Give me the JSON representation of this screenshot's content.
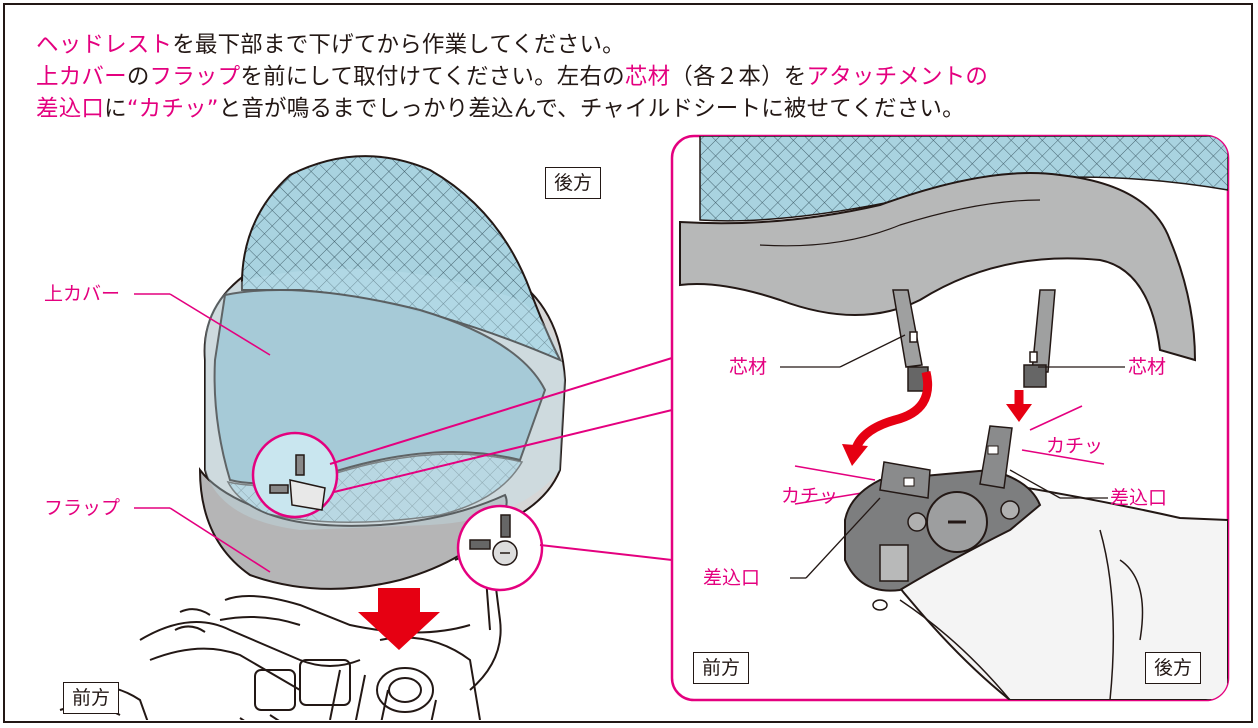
{
  "instructions": {
    "line1": [
      {
        "text": "ヘッドレスト",
        "hl": true
      },
      {
        "text": "を最下部まで下げてから作業してください。",
        "hl": false
      }
    ],
    "line2": [
      {
        "text": "上カバー",
        "hl": true
      },
      {
        "text": "の",
        "hl": false
      },
      {
        "text": "フラップ",
        "hl": true
      },
      {
        "text": "を前にして取付けてください。左右の",
        "hl": false
      },
      {
        "text": "芯材",
        "hl": true
      },
      {
        "text": "（各２本）を",
        "hl": false
      },
      {
        "text": "アタッチメントの",
        "hl": true
      }
    ],
    "line3": [
      {
        "text": "差込口",
        "hl": true
      },
      {
        "text": "に",
        "hl": false
      },
      {
        "text": "“カチッ”",
        "hl": true
      },
      {
        "text": "と音が鳴るまでしっかり差込んで、チャイルドシートに被せてください。",
        "hl": false
      }
    ]
  },
  "labels": {
    "upper_cover": "上カバー",
    "flap": "フラップ",
    "rear_main": "後方",
    "front_main": "前方",
    "core_left": "芯材",
    "core_right": "芯材",
    "click_left": "カチッ",
    "click_right": "カチッ",
    "slot_left": "差込口",
    "slot_right": "差込口",
    "front_detail": "前方",
    "rear_detail": "後方"
  },
  "colors": {
    "highlight": "#e4007f",
    "arrow": "#e60012",
    "cover_blue": "#9cc9d8",
    "outline": "#231815",
    "gray": "#b5b5b6"
  }
}
